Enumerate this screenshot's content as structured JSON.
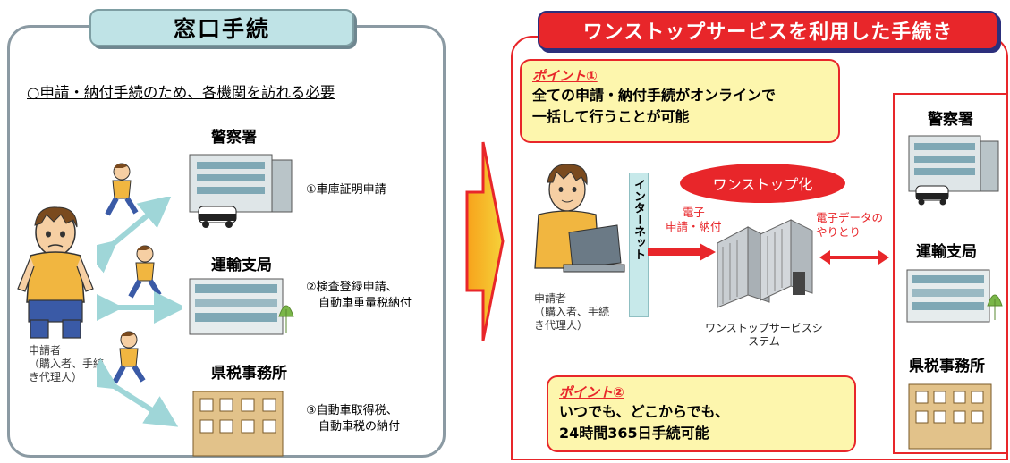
{
  "left": {
    "title": "窓口手続",
    "heading": "○申請・納付手続のため、各機関を訪れる必要",
    "applicant": [
      "申請者",
      "（購入者、手続",
      "き代理人）"
    ],
    "offices": [
      {
        "name": "警察署",
        "procedure": [
          "①車庫証明申請"
        ]
      },
      {
        "name": "運輸支局",
        "procedure": [
          "②検査登録申請、",
          "自動車重量税納付"
        ]
      },
      {
        "name": "県税事務所",
        "procedure": [
          "③自動車取得税、",
          "自動車税の納付"
        ]
      }
    ]
  },
  "right": {
    "title": "ワンストップサービスを利用した手続き",
    "point1": {
      "title": "ポイント①",
      "lines": [
        "全ての申請・納付手続がオンラインで",
        "一括して行うことが可能"
      ]
    },
    "point2": {
      "title": "ポイント②",
      "lines": [
        "いつでも、どこからでも、",
        "24時間365日手続可能"
      ]
    },
    "internet": "インターネット",
    "onestop_label": "ワンストップ化",
    "epay_label": [
      "電子",
      "申請・納付"
    ],
    "edata_label": [
      "電子データの",
      "やりとり"
    ],
    "system_label": [
      "ワンストップサービスシ",
      "ステム"
    ],
    "applicant": [
      "申請者",
      "（購入者、手続",
      "き代理人）"
    ],
    "offices": [
      "警察署",
      "運輸支局",
      "県税事務所"
    ]
  },
  "colors": {
    "accent_red": "#e8262a",
    "title_teal": "#bfe3e6",
    "point_yellow": "#fdf6ad",
    "navy": "#2c2f7c"
  }
}
